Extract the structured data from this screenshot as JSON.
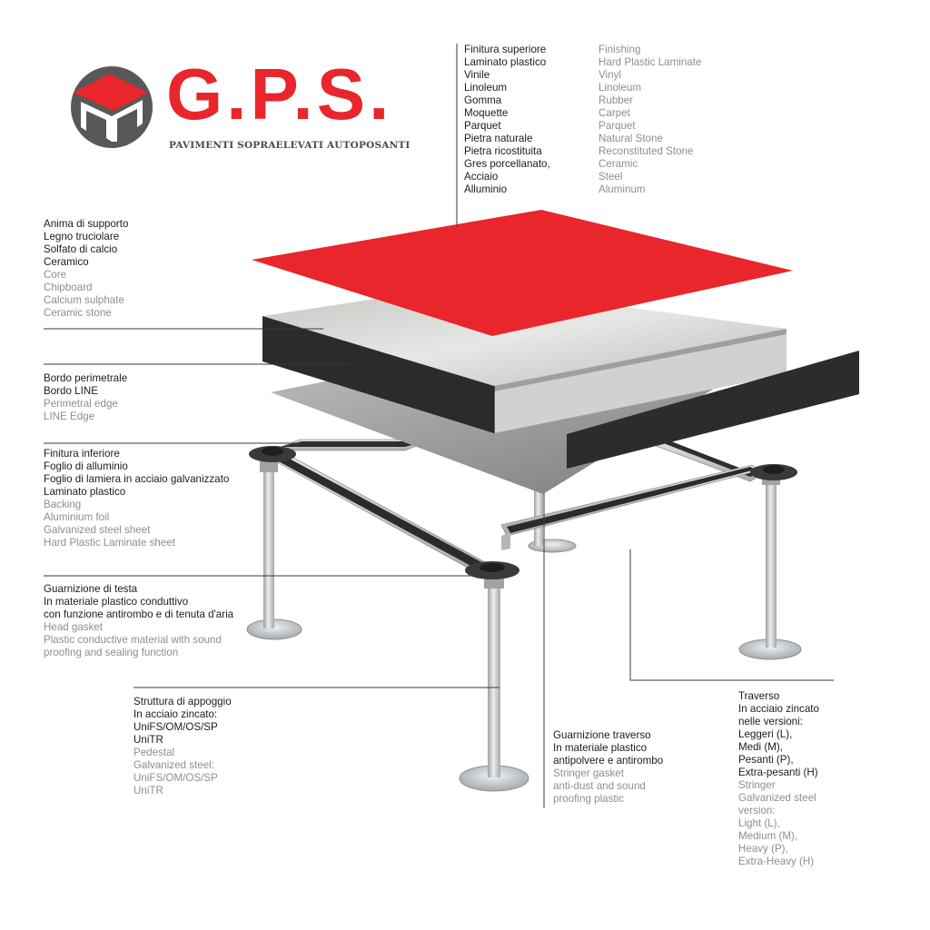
{
  "brand": {
    "name": "G.P.S.",
    "tagline": "PAVIMENTI SOPRAELEVATI AUTOPOSANTI",
    "colors": {
      "primary": "#e8262b",
      "dark": "#585858"
    },
    "logo_icon": "raised-floor-panel-icon"
  },
  "labels": {
    "finishing": {
      "it": [
        "Finitura superiore",
        "Laminato plastico",
        "Vinile",
        "Linoleum",
        "Gomma",
        "Moquette",
        "Parquet",
        "Pietra naturale",
        "Pietra ricostituita",
        "Gres porcellanato,",
        "Acciaio",
        "Alluminio"
      ],
      "en": [
        "Finishing",
        "Hard Plastic Laminate",
        "Vinyl",
        "Linoleum",
        "Rubber",
        "Carpet",
        "Parquet",
        "Natural Stone",
        "Reconstituted Stone",
        "Ceramic",
        "Steel",
        "Aluminum"
      ]
    },
    "core": {
      "it": [
        "Anima di supporto",
        "Legno truciolare",
        "Solfato di calcio",
        "Ceramico"
      ],
      "en": [
        "Core",
        "Chipboard",
        "Calcium sulphate",
        "Ceramic stone"
      ]
    },
    "edge": {
      "it": [
        "Bordo perimetrale",
        "Bordo LINE"
      ],
      "en": [
        "Perimetral edge",
        "LINE Edge"
      ]
    },
    "backing": {
      "it": [
        "Finitura inferiore",
        "Foglio di alluminio",
        "Foglio di lamiera in acciaio galvanizzato",
        "Laminato plastico"
      ],
      "en": [
        "Backing",
        "Aluminium foil",
        "Galvanized steel sheet",
        "Hard Plastic Laminate sheet"
      ]
    },
    "head_gasket": {
      "it": [
        "Guarnizione di testa",
        "In materiale plastico conduttivo",
        "con funzione antirombo e di tenuta d'aria"
      ],
      "en": [
        "Head gasket",
        "Plastic conductive material with sound",
        "proofing and sealing function"
      ]
    },
    "pedestal": {
      "it": [
        "Struttura di appoggio",
        "In acciaio zincato:",
        "UniFS/OM/OS/SP",
        "UniTR"
      ],
      "en": [
        "Pedestal",
        "Galvanized steel:",
        "UniFS/OM/OS/SP",
        "UniTR"
      ]
    },
    "stringer_gasket": {
      "it": [
        "Guarnizione traverso",
        "In materiale plastico",
        "antipolvere e antirombo"
      ],
      "en": [
        "Stringer gasket",
        "anti-dust and sound",
        "proofing plastic"
      ]
    },
    "stringer": {
      "it": [
        "Traverso",
        "In acciaio zincato",
        "nelle versioni:",
        "Leggeri (L),",
        "Medi (M),",
        "Pesanti (P),",
        "Extra-pesanti (H)"
      ],
      "en": [
        "Stringer",
        "Galvanized steel",
        "version:",
        "Light (L),",
        "Medium (M),",
        "Heavy (P),",
        "Extra-Heavy (H)"
      ]
    }
  }
}
